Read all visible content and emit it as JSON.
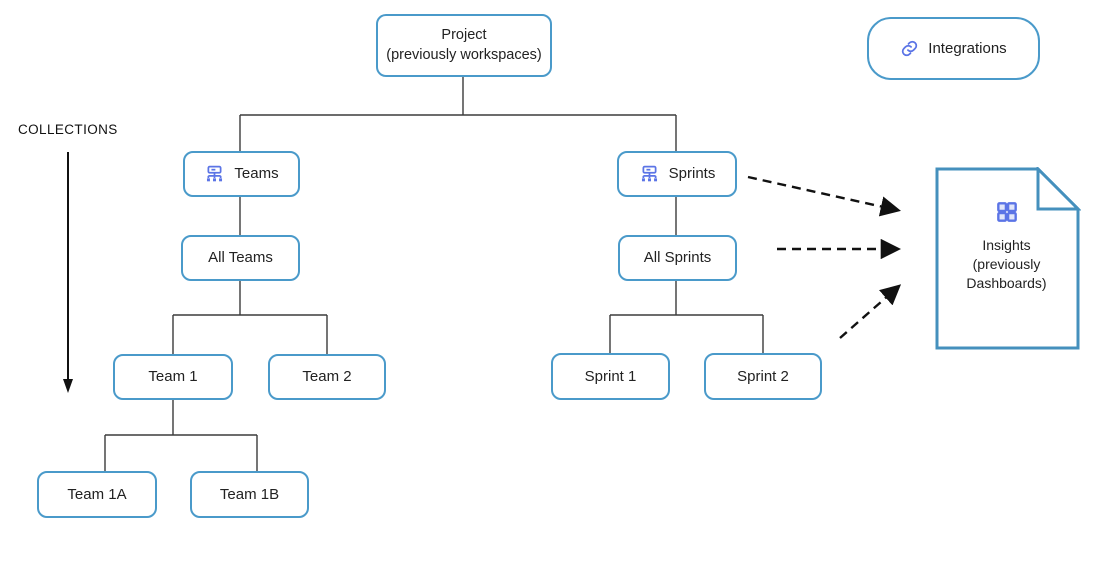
{
  "labels": {
    "collections": "COLLECTIONS"
  },
  "nodes": {
    "project": {
      "line1": "Project",
      "line2": "(previously workspaces)"
    },
    "integrations": {
      "label": "Integrations",
      "icon": "link-icon"
    },
    "teams": {
      "label": "Teams",
      "icon": "sitemap-icon"
    },
    "sprints": {
      "label": "Sprints",
      "icon": "sitemap-icon"
    },
    "all_teams": {
      "label": "All Teams"
    },
    "all_sprints": {
      "label": "All Sprints"
    },
    "team1": {
      "label": "Team 1"
    },
    "team2": {
      "label": "Team 2"
    },
    "sprint1": {
      "label": "Sprint 1"
    },
    "sprint2": {
      "label": "Sprint 2"
    },
    "team1a": {
      "label": "Team 1A"
    },
    "team1b": {
      "label": "Team 1B"
    },
    "insights": {
      "line1": "Insights",
      "line2": "(previously",
      "line3": "Dashboards)",
      "icon": "grid-icon"
    }
  },
  "edges": {
    "solid": [
      {
        "from": "project",
        "to": "teams"
      },
      {
        "from": "project",
        "to": "sprints"
      },
      {
        "from": "teams",
        "to": "all_teams"
      },
      {
        "from": "all_teams",
        "to": "team1"
      },
      {
        "from": "all_teams",
        "to": "team2"
      },
      {
        "from": "team1",
        "to": "team1a"
      },
      {
        "from": "team1",
        "to": "team1b"
      },
      {
        "from": "sprints",
        "to": "all_sprints"
      },
      {
        "from": "all_sprints",
        "to": "sprint1"
      },
      {
        "from": "all_sprints",
        "to": "sprint2"
      }
    ],
    "dashed_arrows": [
      {
        "from": "sprints",
        "to": "insights"
      },
      {
        "from": "all_sprints",
        "to": "insights"
      },
      {
        "from": "sprint2",
        "to": "insights"
      }
    ],
    "collections_arrow": {
      "direction": "down"
    }
  },
  "colors": {
    "box_border": "#4a9aca",
    "doc_border": "#4590bd",
    "icon_blue": "#5b74e6",
    "connector": "#3b3b3b",
    "arrow": "#111111",
    "text": "#222222"
  }
}
